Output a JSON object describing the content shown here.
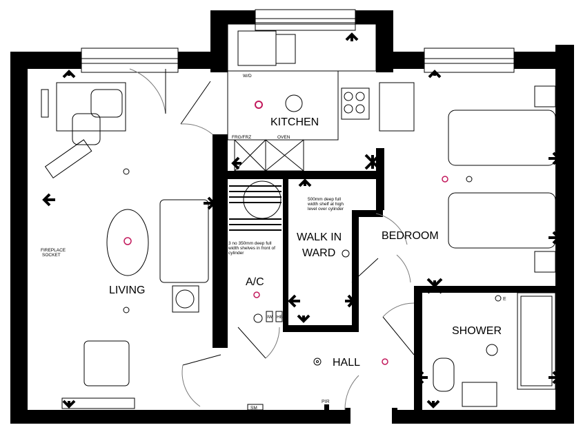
{
  "rooms": {
    "kitchen": "KITCHEN",
    "living": "LIVING",
    "bedroom": "BEDROOM",
    "walk_in_ward_line1": "WALK IN",
    "walk_in_ward_line2": "WARD",
    "ac": "A/C",
    "shower": "SHOWER",
    "hall": "HALL"
  },
  "annotations": {
    "washer_dryer": "W/D",
    "fridge_freezer": "FRG/FRZ",
    "oven": "OVEN",
    "high_shelf_note": [
      "500mm deep full",
      "width shelf at high",
      "level over cylinder"
    ],
    "shelves_note": [
      "3 no 350mm deep full",
      "width shelves in front of",
      "cylinder"
    ],
    "fireplace_socket": [
      "FIREPLACE",
      "SOCKET"
    ],
    "smoke_meter": "SM",
    "pir": "PIR",
    "iw": "IW",
    "hb": "HB",
    "extract": "E"
  },
  "colors": {
    "wall": "#000000",
    "ceiling_light": "#c2185b"
  }
}
